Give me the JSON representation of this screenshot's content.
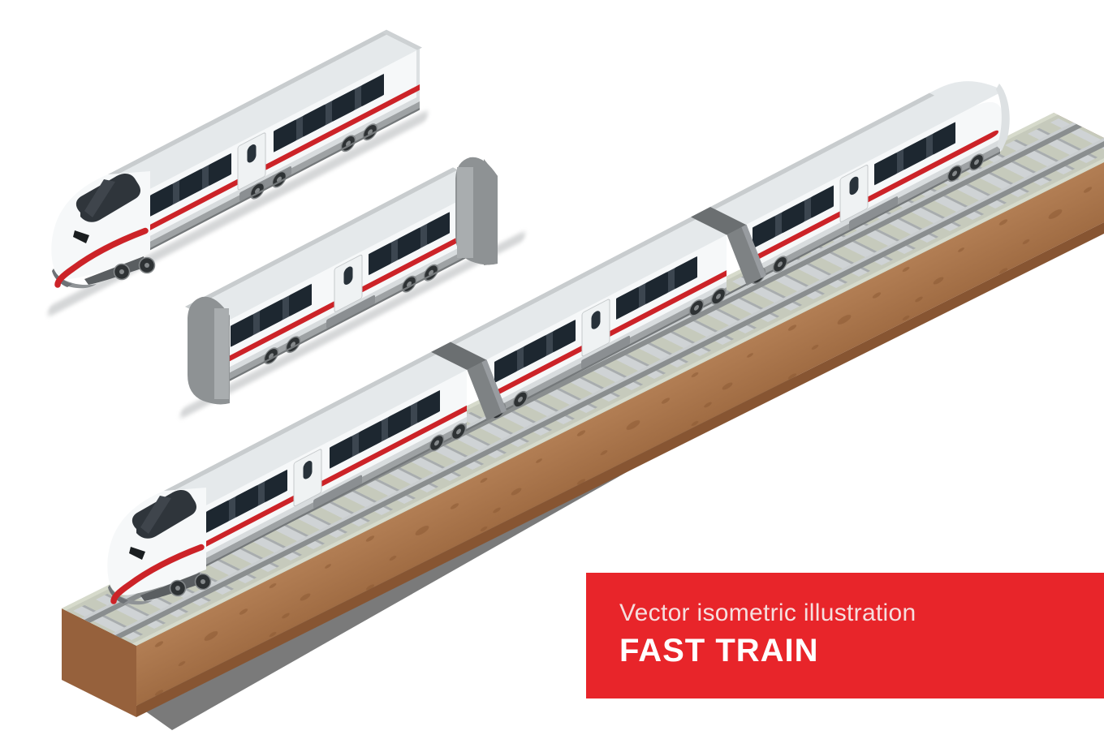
{
  "banner": {
    "subtitle": "Vector isometric illustration",
    "title": "FAST TRAIN"
  },
  "illustration": {
    "elements": [
      "lead-car",
      "middle-carriage",
      "fast-train-on-track",
      "railway-track-bed"
    ]
  },
  "colors": {
    "banner_red": "#E8252A",
    "banner_subtitle": "#F6DEDE",
    "banner_title": "#FFFFFF",
    "stripe_red": "#CC2328",
    "body_white": "#F6F8F9",
    "roof_top": "#E5E9EB",
    "roof_edge": "#C8CCCE",
    "window_dark": "#1D2730",
    "window_pillar": "#3C4650",
    "windshield": "#2F353B",
    "windshield_hl": "#3F454C",
    "door_panel": "#EFF2F3",
    "door_outline": "#C5C9CB",
    "door_window": "#28323A",
    "skirt_light": "#D8DCDE",
    "skirt_mid": "#9EA2A4",
    "skirt_dark": "#74787A",
    "cap_gray": "#8E9294",
    "cap_light": "#A9ADAF",
    "gangway_side": "#7E8284",
    "gangway_roof": "#6B6F71",
    "wheel": "#2E3234",
    "wheel_rim": "#85898B",
    "ballast": "#C6CABC",
    "ballast_edge": "#D6DACB",
    "tie": "#CFD3D5",
    "tie_shade": "#A8ACAE",
    "rail_base": "#8A8E8F",
    "rail_top": "#CACED0",
    "dirt_top": "#B27E54",
    "dirt_mid": "#A06C43",
    "dirt_dark": "#875532",
    "dirt_speckle": "#8A5732",
    "slab_end": "#96613C",
    "shadow_slab": "#7A7A7A",
    "shadow_soft": "#D5D7D8",
    "bg": "#FFFFFF"
  }
}
